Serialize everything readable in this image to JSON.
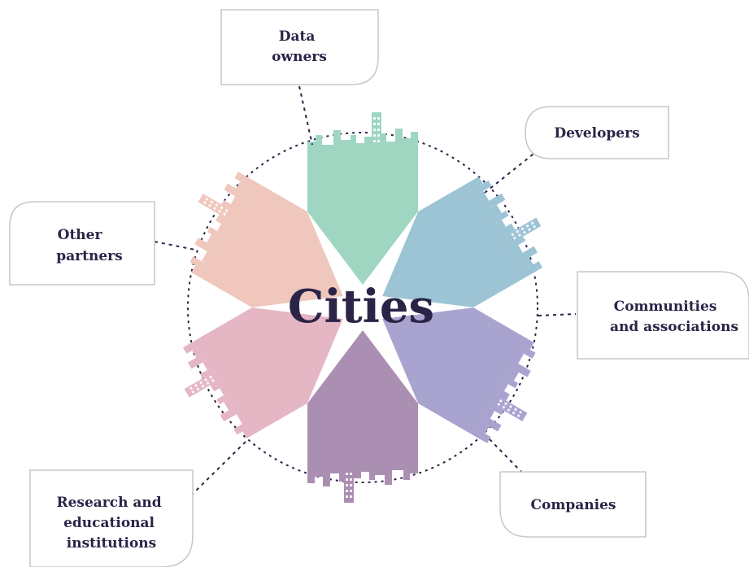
{
  "diagram": {
    "center": {
      "label": "Cities"
    },
    "stakeholders": [
      {
        "id": "data-owners",
        "lines": [
          "Data",
          "owners"
        ]
      },
      {
        "id": "developers",
        "lines": [
          "Developers"
        ]
      },
      {
        "id": "communities",
        "lines": [
          "Communities",
          "and associations"
        ]
      },
      {
        "id": "companies",
        "lines": [
          "Companies"
        ]
      },
      {
        "id": "research",
        "lines": [
          "Research and",
          "educational",
          "institutions"
        ]
      },
      {
        "id": "other-partners",
        "lines": [
          "Other",
          "partners"
        ]
      }
    ],
    "petal_colors": {
      "top": "#9fd6c2",
      "top-right": "#9cc4d5",
      "bottom-right": "#a8a3cf",
      "bottom": "#ab8fb3",
      "bottom-left": "#e5b6c4",
      "top-left": "#efc7bd"
    },
    "accent_color": "#2b2447"
  }
}
